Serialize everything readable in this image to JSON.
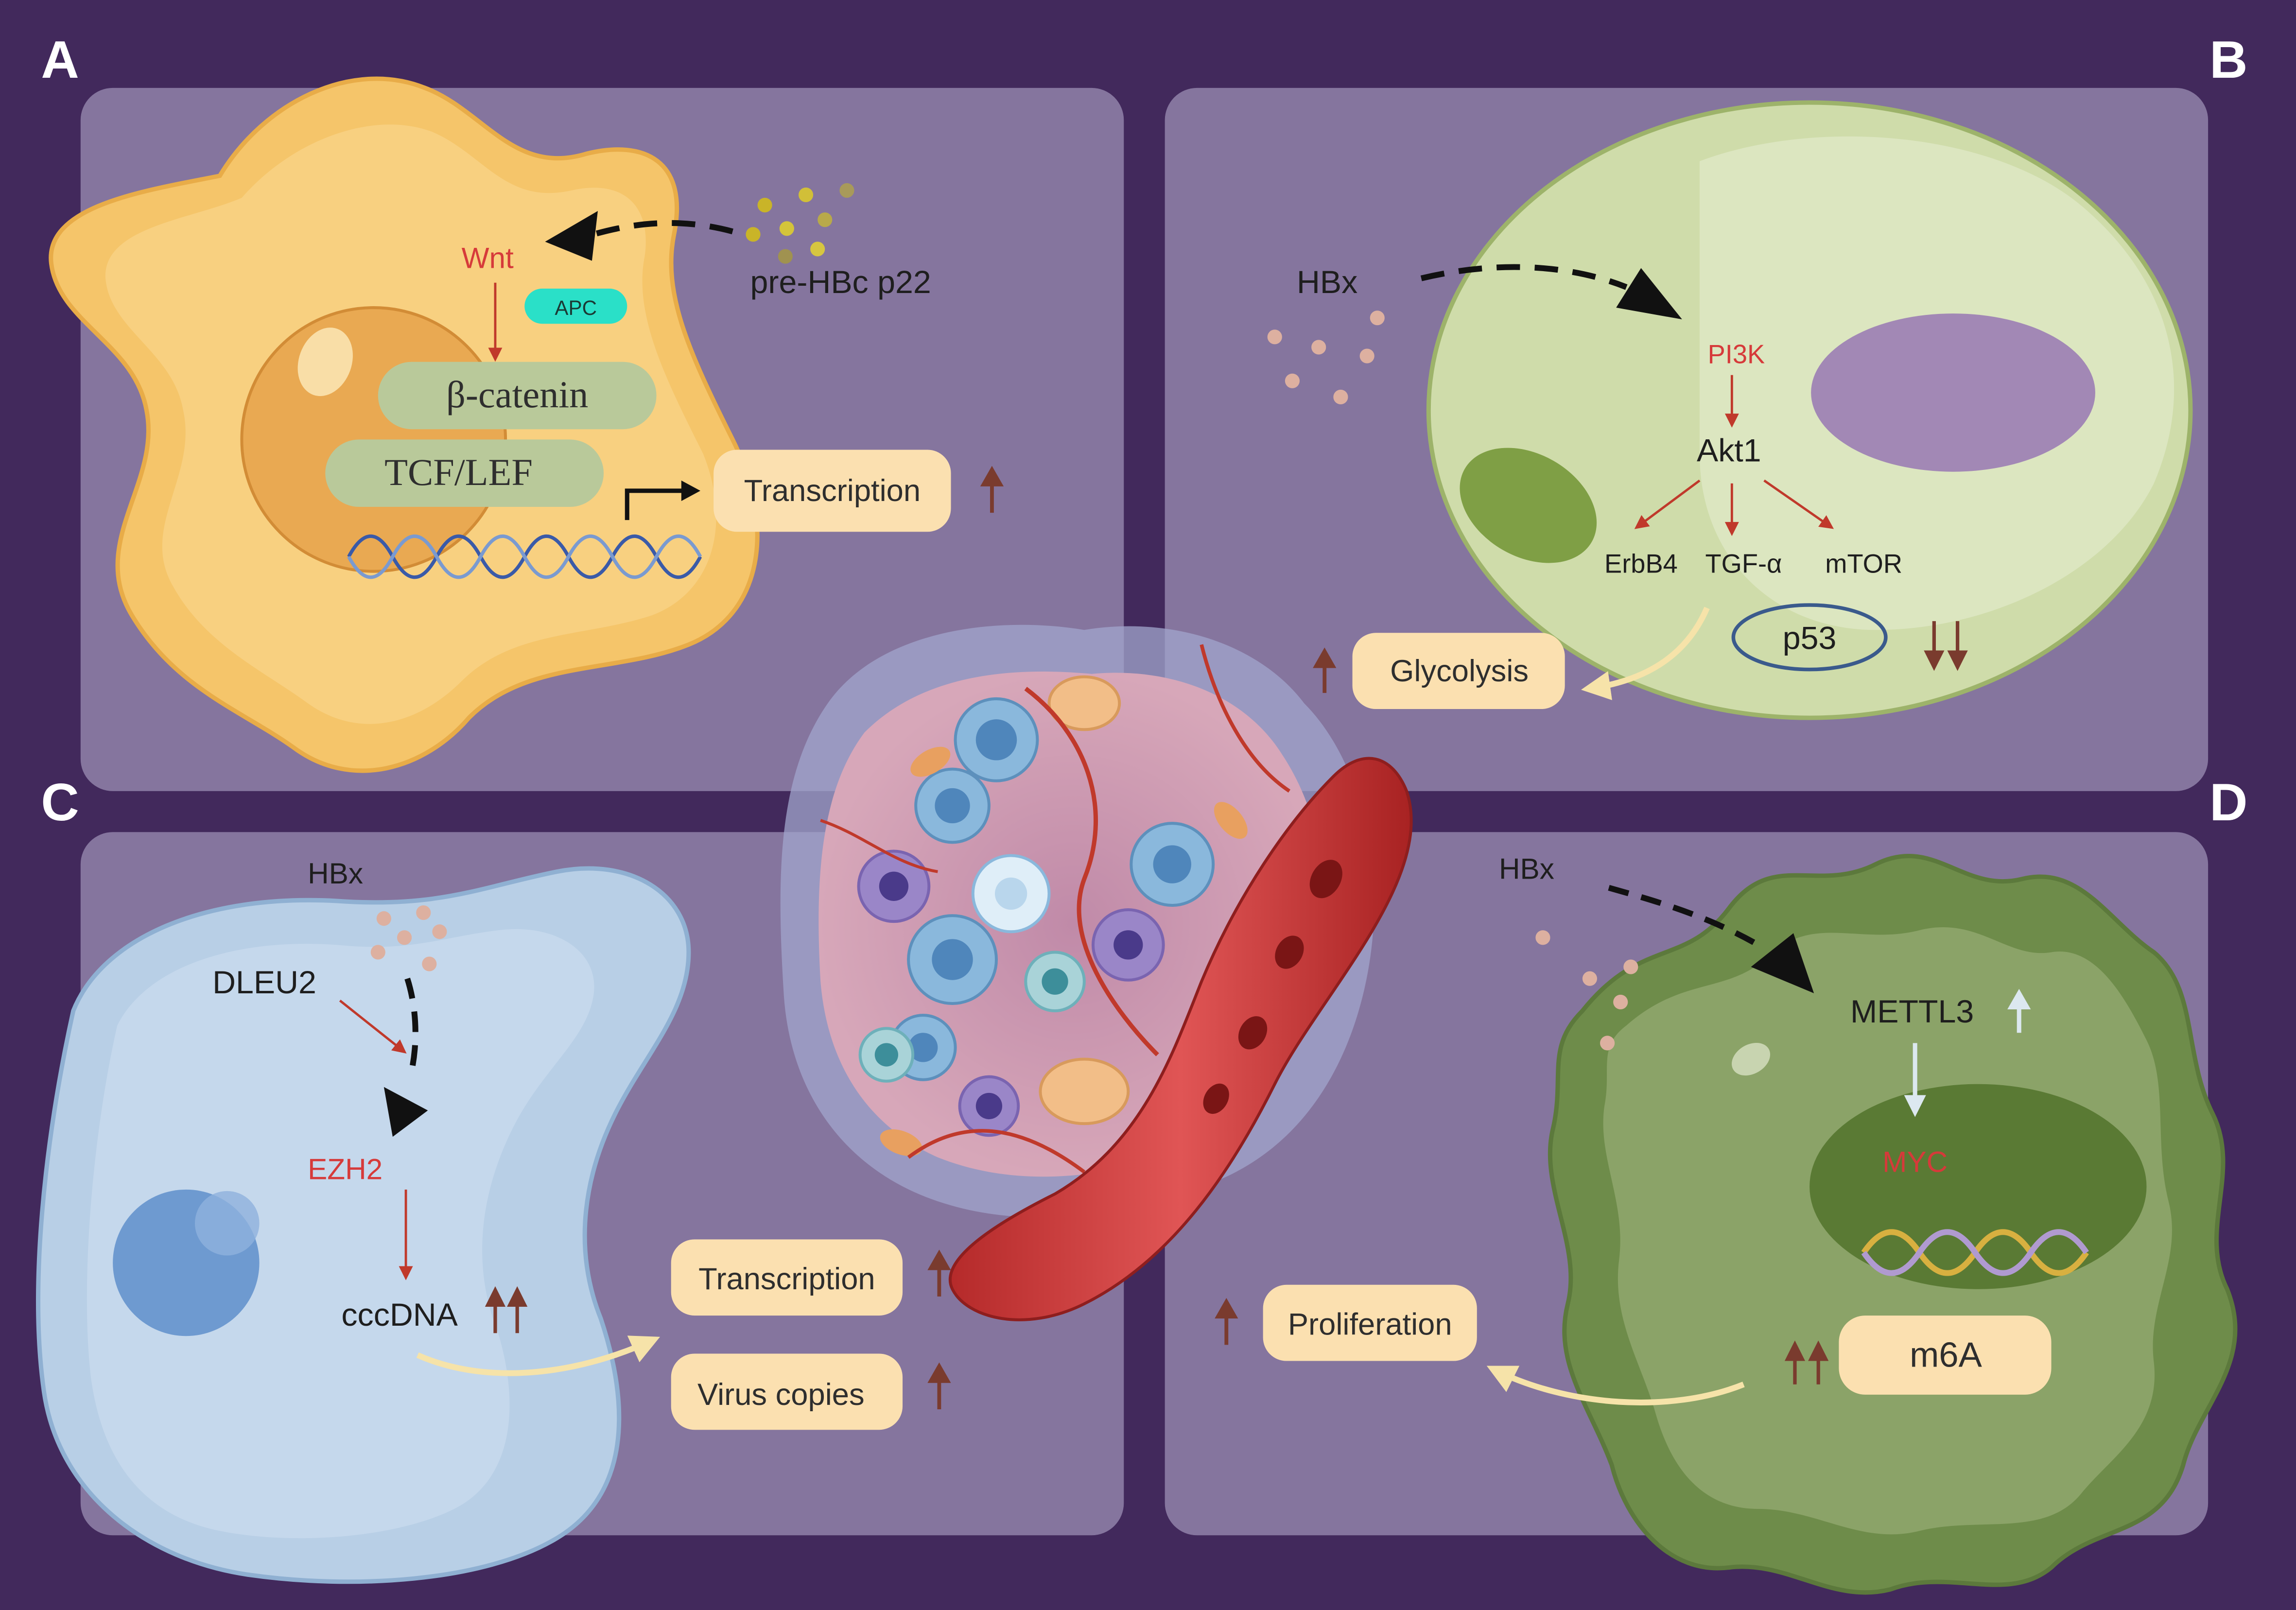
{
  "colors": {
    "background": "#42295c",
    "panel": "#85759e",
    "arrow_red": "#c0392b",
    "arrow_brown": "#7a3b2e",
    "label_box": "#fbe0b0",
    "text_red": "#d63a3a"
  },
  "panelA": {
    "letter": "A",
    "wnt": "Wnt",
    "apc": "APC",
    "beta_catenin": "β-catenin",
    "tcf_lef": "TCF/LEF",
    "transcription": "Transcription",
    "pre_hbc": "pre-HBc p22"
  },
  "panelB": {
    "letter": "B",
    "hbx": "HBx",
    "pi3k": "PI3K",
    "akt1": "Akt1",
    "erbb4": "ErbB4",
    "tgf": "TGF-α",
    "mtor": "mTOR",
    "p53": "p53",
    "glycolysis": "Glycolysis"
  },
  "panelC": {
    "letter": "C",
    "hbx": "HBx",
    "dleu2": "DLEU2",
    "ezh2": "EZH2",
    "cccdna": "cccDNA",
    "transcription": "Transcription",
    "virus_copies": "Virus copies"
  },
  "panelD": {
    "letter": "D",
    "hbx": "HBx",
    "mettl3": "METTL3",
    "myc": "MYC",
    "m6a": "m6A",
    "proliferation": "Proliferation"
  }
}
